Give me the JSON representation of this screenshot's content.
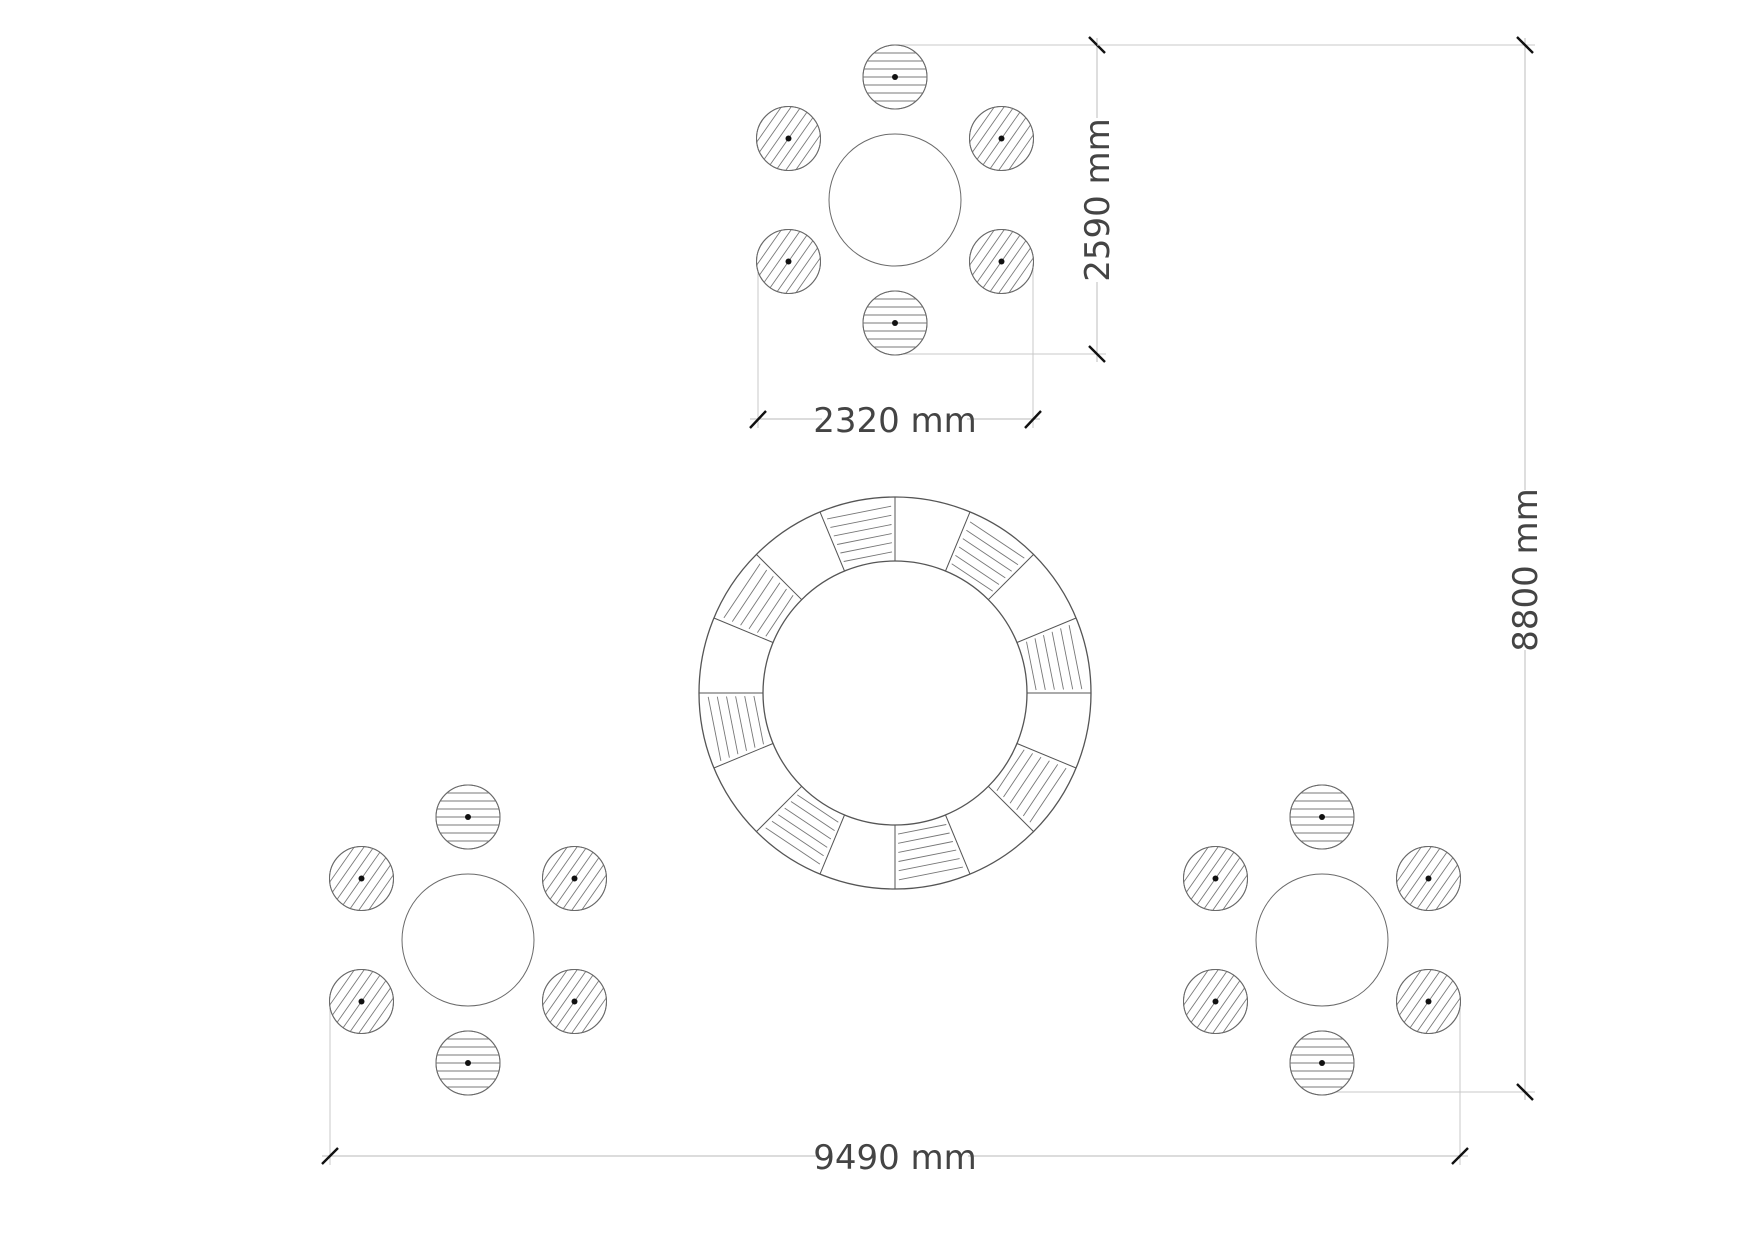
{
  "dimensions": {
    "top_width": "2320 mm",
    "top_height": "2590 mm",
    "overall_height": "8800 mm",
    "overall_width": "9490 mm"
  },
  "stool_group_count": 3,
  "stools_per_group": 6,
  "bench_ring_segments": 16,
  "colors": {
    "line": "#6a6a6a",
    "dimension_text": "#444444",
    "tick": "#111111"
  }
}
